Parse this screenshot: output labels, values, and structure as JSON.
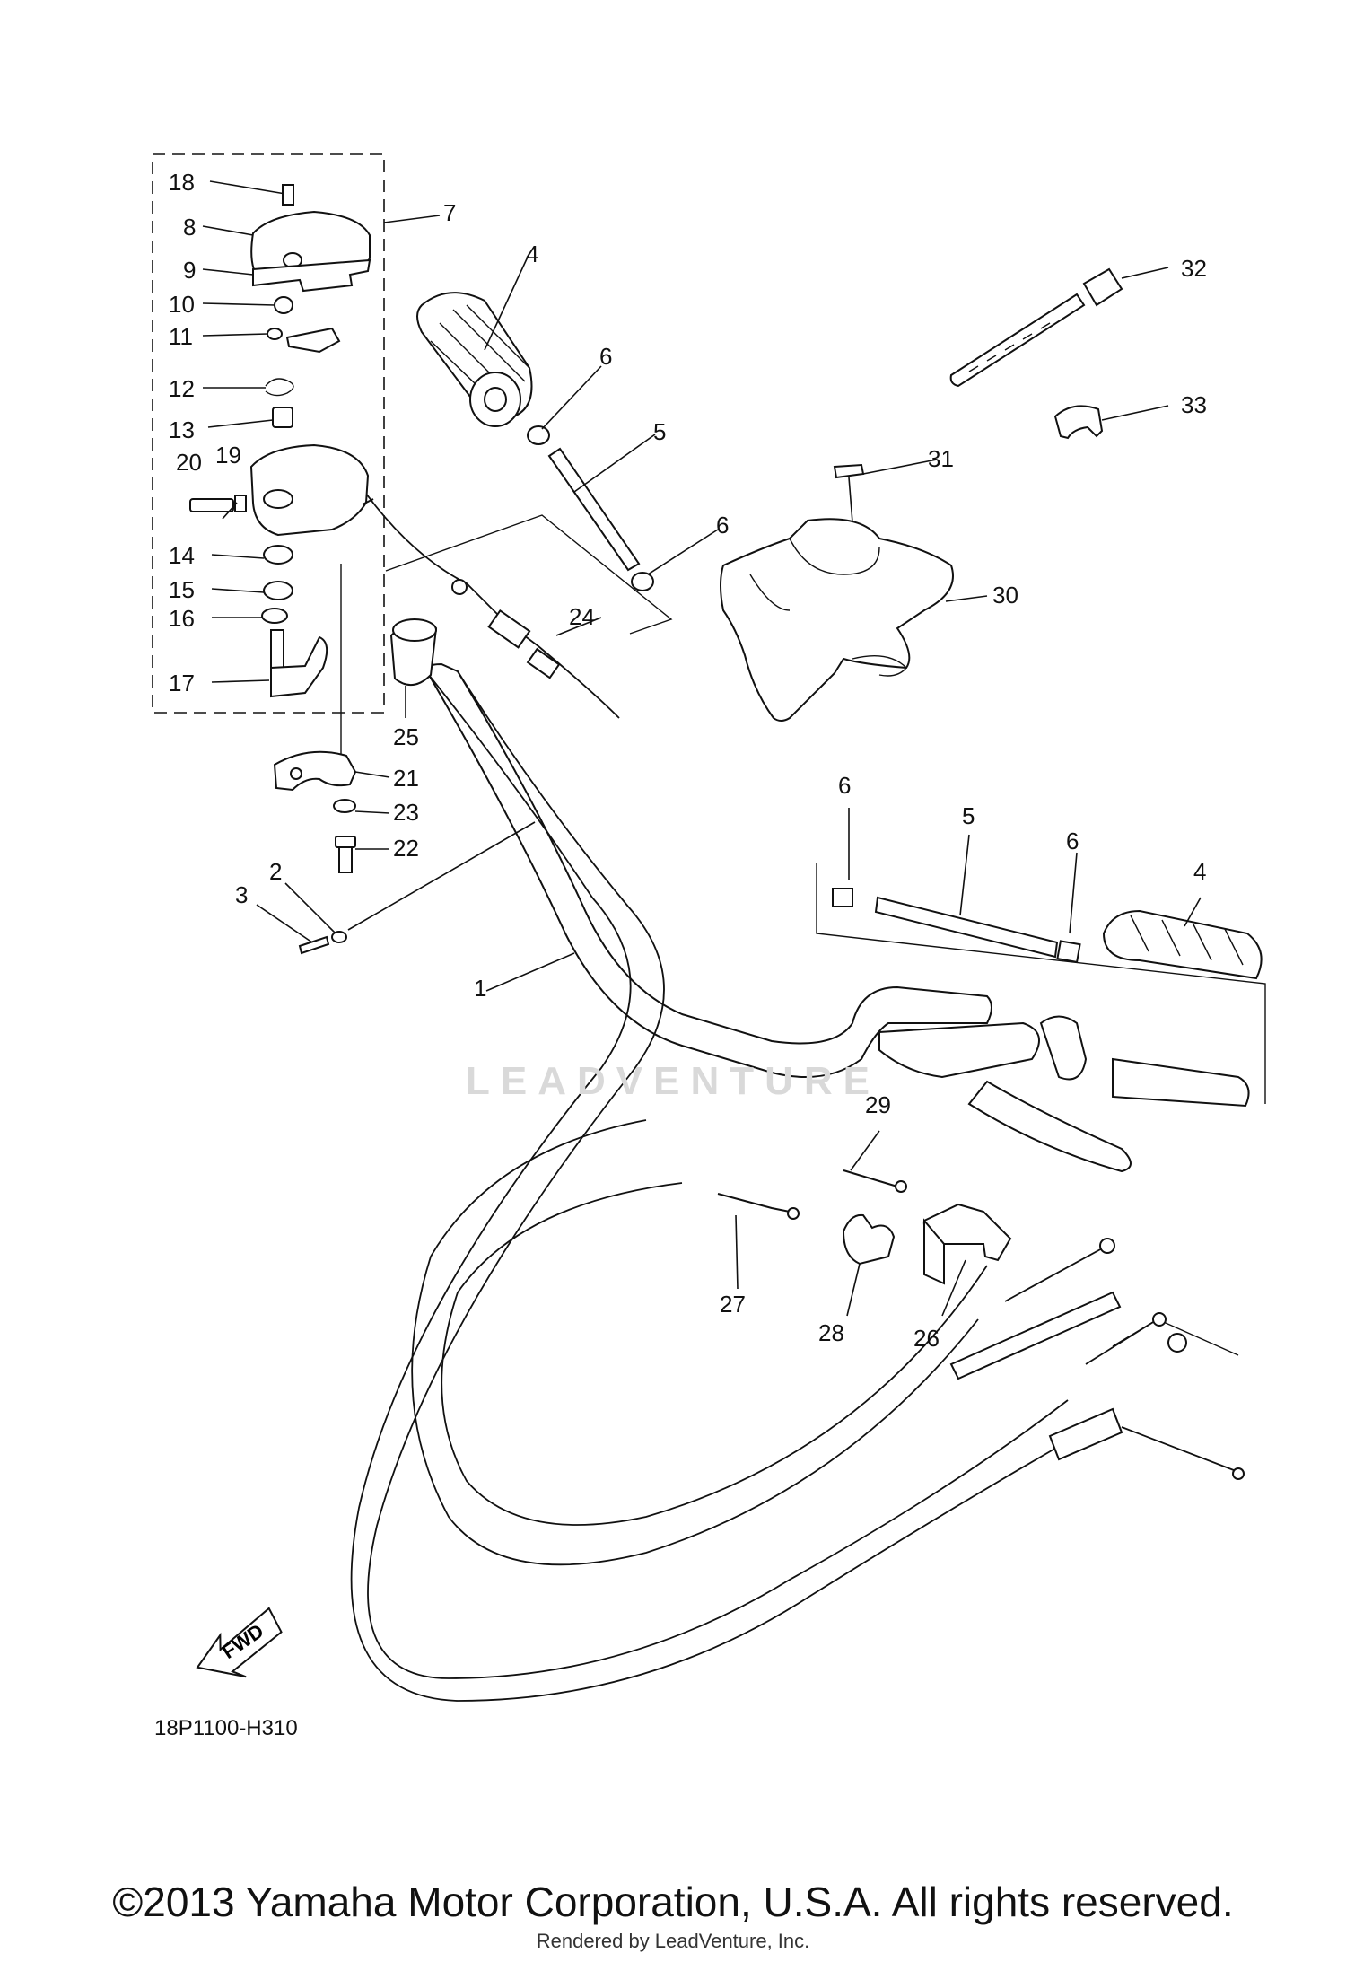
{
  "diagram": {
    "callouts": [
      "1",
      "2",
      "3",
      "4",
      "4",
      "5",
      "5",
      "6",
      "6",
      "6",
      "6",
      "7",
      "8",
      "9",
      "10",
      "11",
      "12",
      "13",
      "14",
      "15",
      "16",
      "17",
      "18",
      "19",
      "20",
      "21",
      "22",
      "23",
      "24",
      "25",
      "26",
      "27",
      "28",
      "29",
      "30",
      "31",
      "32",
      "33"
    ],
    "fwd_label": "FWD",
    "diagram_code": "18P1100-H310",
    "watermark": "LEADVENTURE"
  },
  "footer": {
    "copyright": "©2013 Yamaha Motor Corporation, U.S.A. All rights reserved.",
    "rendered_by": "Rendered by LeadVenture, Inc."
  },
  "colors": {
    "ink": "#111111",
    "watermark": "#d9d9d9"
  }
}
